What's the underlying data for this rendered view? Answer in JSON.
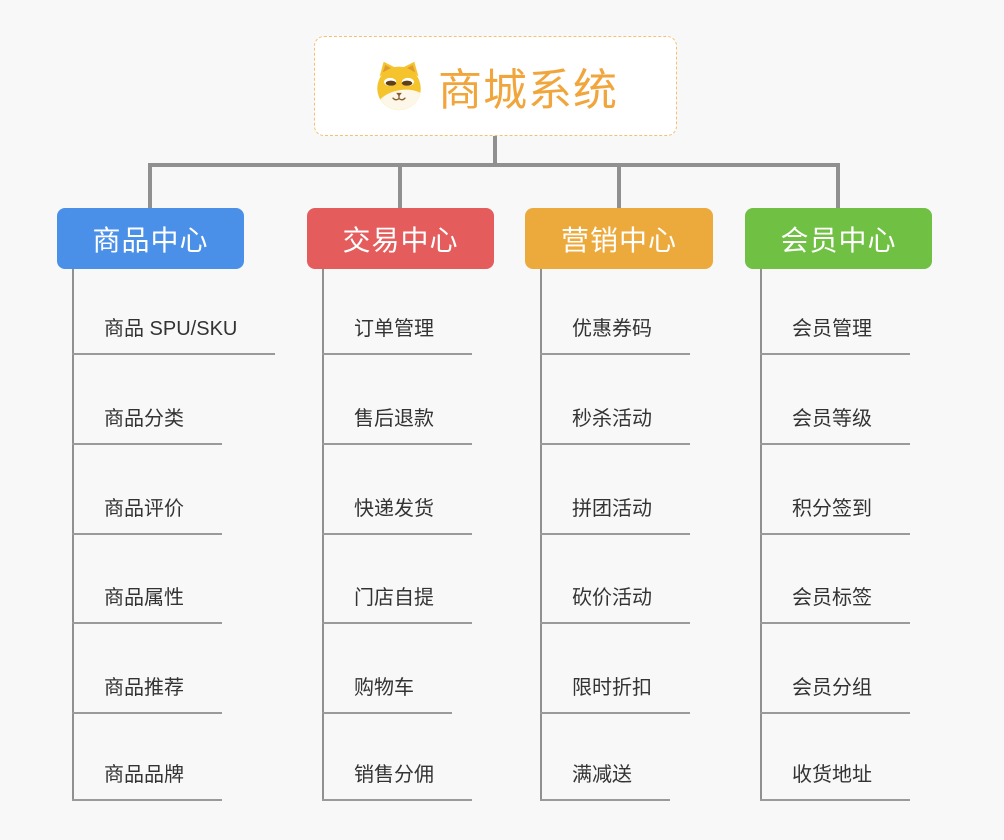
{
  "root": {
    "title": "商城系统",
    "icon": "doge-icon"
  },
  "branches": [
    {
      "label": "商品中心",
      "color": "#4b90e8",
      "items": [
        "商品 SPU/SKU",
        "商品分类",
        "商品评价",
        "商品属性",
        "商品推荐",
        "商品品牌"
      ]
    },
    {
      "label": "交易中心",
      "color": "#e45c5c",
      "items": [
        "订单管理",
        "售后退款",
        "快递发货",
        "门店自提",
        "购物车",
        "销售分佣"
      ]
    },
    {
      "label": "营销中心",
      "color": "#edaa3c",
      "items": [
        "优惠券码",
        "秒杀活动",
        "拼团活动",
        "砍价活动",
        "限时折扣",
        "满减送"
      ]
    },
    {
      "label": "会员中心",
      "color": "#6fc043",
      "items": [
        "会员管理",
        "会员等级",
        "积分签到",
        "会员标签",
        "会员分组",
        "收货地址"
      ]
    }
  ],
  "colors": {
    "background": "#f8f8f8",
    "connector": "#909090",
    "underline": "#9a9a9a",
    "leaf_text": "#333333",
    "root_title": "#f0a63c",
    "root_border": "#f3c172",
    "doge_yellow": "#f5c32c"
  }
}
